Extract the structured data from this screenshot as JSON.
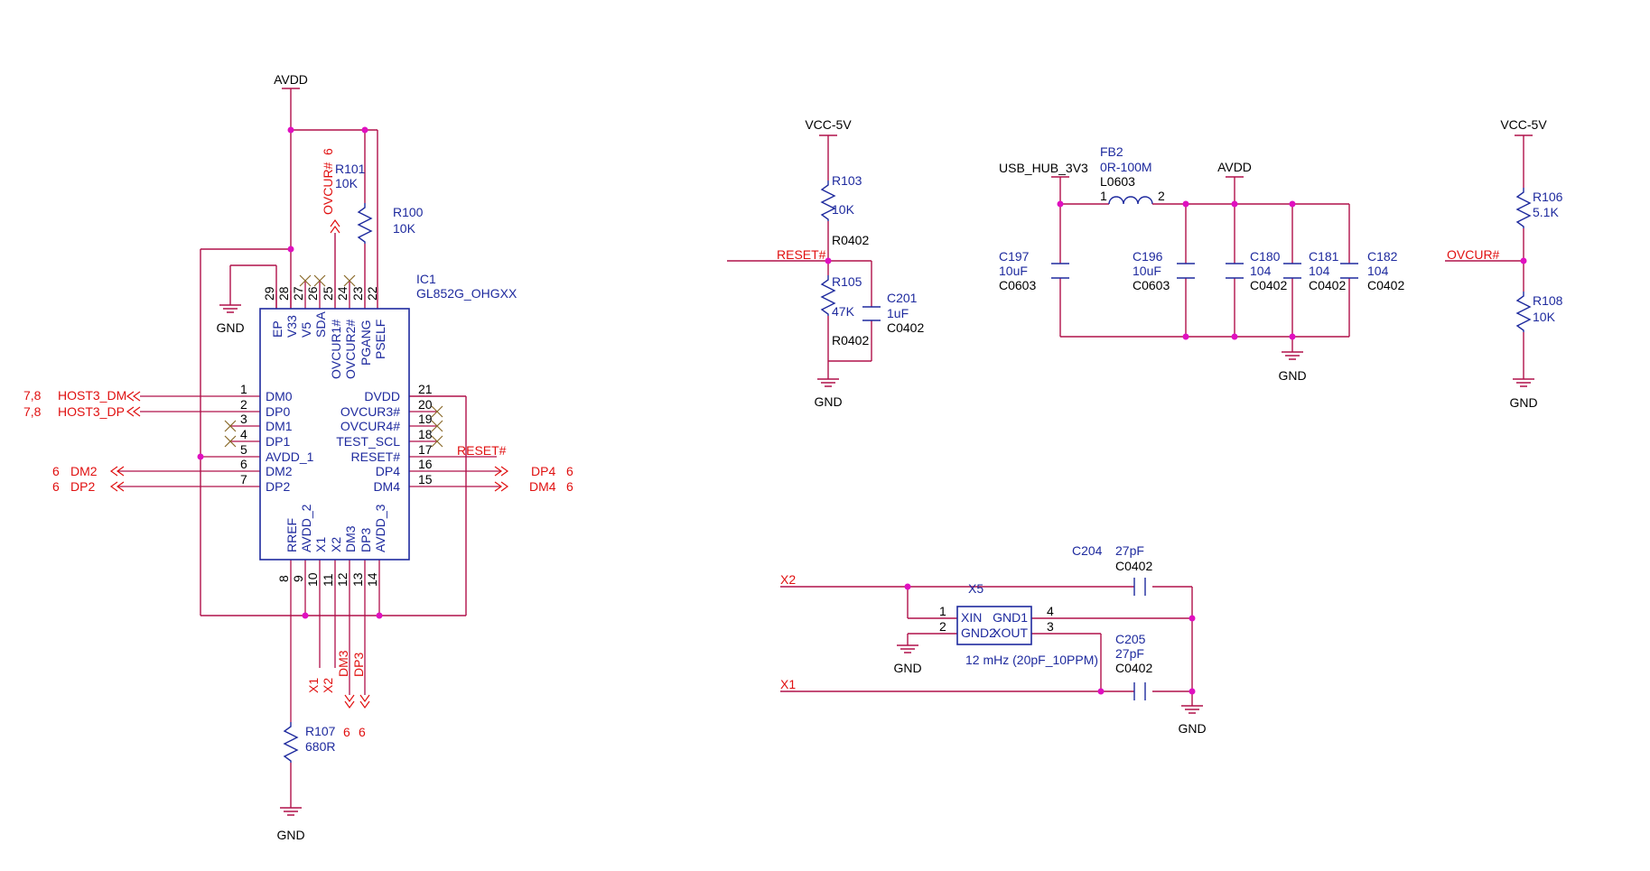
{
  "power": {
    "avdd": "AVDD",
    "vcc5v": "VCC-5V",
    "gnd": "GND",
    "usb_hub_3v3": "USB_HUB_3V3"
  },
  "ic1": {
    "ref": "IC1",
    "part": "GL852G_OHGXX",
    "top_pins": [
      {
        "num": "29",
        "name": "EP"
      },
      {
        "num": "28",
        "name": "V33"
      },
      {
        "num": "27",
        "name": "V5"
      },
      {
        "num": "26",
        "name": "SDA"
      },
      {
        "num": "25",
        "name": "OVCUR1#"
      },
      {
        "num": "24",
        "name": "OVCUR2#"
      },
      {
        "num": "23",
        "name": "PGANG"
      },
      {
        "num": "22",
        "name": "PSELF"
      }
    ],
    "left_pins": [
      {
        "num": "1",
        "name": "DM0"
      },
      {
        "num": "2",
        "name": "DP0"
      },
      {
        "num": "3",
        "name": "DM1"
      },
      {
        "num": "4",
        "name": "DP1"
      },
      {
        "num": "5",
        "name": "AVDD_1"
      },
      {
        "num": "6",
        "name": "DM2"
      },
      {
        "num": "7",
        "name": "DP2"
      }
    ],
    "right_pins": [
      {
        "num": "21",
        "name": "DVDD"
      },
      {
        "num": "20",
        "name": "OVCUR3#"
      },
      {
        "num": "19",
        "name": "OVCUR4#"
      },
      {
        "num": "18",
        "name": "TEST_SCL"
      },
      {
        "num": "17",
        "name": "RESET#"
      },
      {
        "num": "16",
        "name": "DP4"
      },
      {
        "num": "15",
        "name": "DM4"
      }
    ],
    "bottom_pins": [
      {
        "num": "8",
        "name": "RREF"
      },
      {
        "num": "9",
        "name": "AVDD_2"
      },
      {
        "num": "10",
        "name": "X1"
      },
      {
        "num": "11",
        "name": "X2"
      },
      {
        "num": "12",
        "name": "DM3"
      },
      {
        "num": "13",
        "name": "DP3"
      },
      {
        "num": "14",
        "name": "AVDD_3"
      }
    ]
  },
  "nets": {
    "host3_dm": "HOST3_DM",
    "host3_dp": "HOST3_DP",
    "host3_ref": "7,8",
    "dm2": "DM2",
    "dp2": "DP2",
    "dp4": "DP4",
    "dm4": "DM4",
    "sheet_ref": "6",
    "reset": "RESET#",
    "ovcur1": "OVCUR#",
    "ovcur": "OVCUR#",
    "x1": "X1",
    "x2": "X2",
    "dm3": "DM3",
    "dp3": "DP3"
  },
  "resistors": {
    "r101": {
      "ref": "R101",
      "value": "10K"
    },
    "r100": {
      "ref": "R100",
      "value": "10K"
    },
    "r107": {
      "ref": "R107",
      "value": "680R"
    },
    "r103": {
      "ref": "R103",
      "value": "10K",
      "pkg": "R0402"
    },
    "r105": {
      "ref": "R105",
      "value": "47K",
      "pkg": "R0402"
    },
    "r106": {
      "ref": "R106",
      "value": "5.1K"
    },
    "r108": {
      "ref": "R108",
      "value": "10K"
    }
  },
  "capacitors": {
    "c201": {
      "ref": "C201",
      "value": "1uF",
      "pkg": "C0402"
    },
    "c197": {
      "ref": "C197",
      "value": "10uF",
      "pkg": "C0603"
    },
    "c196": {
      "ref": "C196",
      "value": "10uF",
      "pkg": "C0603"
    },
    "c180": {
      "ref": "C180",
      "value": "104",
      "pkg": "C0402"
    },
    "c181": {
      "ref": "C181",
      "value": "104",
      "pkg": "C0402"
    },
    "c182": {
      "ref": "C182",
      "value": "104",
      "pkg": "C0402"
    },
    "c204": {
      "ref": "C204",
      "value": "27pF",
      "pkg": "C0402"
    },
    "c205": {
      "ref": "C205",
      "value": "27pF",
      "pkg": "C0402"
    }
  },
  "fb2": {
    "ref": "FB2",
    "value": "0R-100M",
    "pkg": "L0603",
    "pin1": "1",
    "pin2": "2"
  },
  "x5": {
    "ref": "X5",
    "desc": "12 mHz (20pF_10PPM)",
    "pins": [
      {
        "num": "1",
        "name": "XIN"
      },
      {
        "num": "2",
        "name": "GND2"
      },
      {
        "num": "4",
        "name": "GND1"
      },
      {
        "num": "3",
        "name": "XOUT"
      }
    ]
  }
}
